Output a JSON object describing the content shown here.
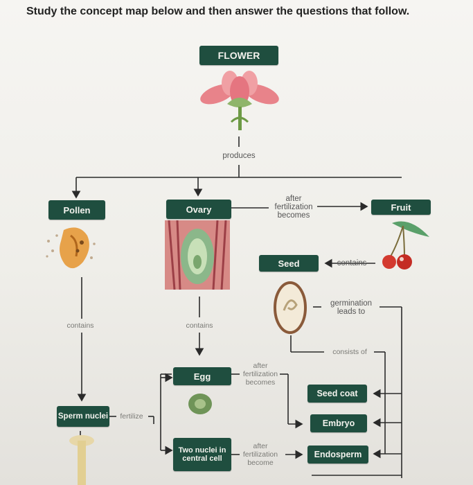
{
  "question": "Study the concept map below and then answer the questions that follow.",
  "nodes": {
    "flower": "FLOWER",
    "pollen": "Pollen",
    "ovary": "Ovary",
    "fruit": "Fruit",
    "seed": "Seed",
    "egg": "Egg",
    "sperm_nuclei": "Sperm nuclei",
    "two_nuclei": "Two nuclei in central cell",
    "seed_coat": "Seed coat",
    "embryo": "Embryo",
    "endosperm": "Endosperm"
  },
  "links": {
    "produces": "produces",
    "after_fertilization_becomes_1": "after fertilization becomes",
    "contains_fruit": "contains",
    "germination_leads_to": "germination leads to",
    "contains_pollen": "contains",
    "contains_ovary": "contains",
    "consists_of": "consists of",
    "after_fertilization_becomes_2": "after fertilization becomes",
    "fertilize": "fertilize",
    "after_fertilization_become_3": "after fertilization become"
  },
  "colors": {
    "node_bg": "#1f4e3f",
    "line": "#2a2a2a"
  }
}
